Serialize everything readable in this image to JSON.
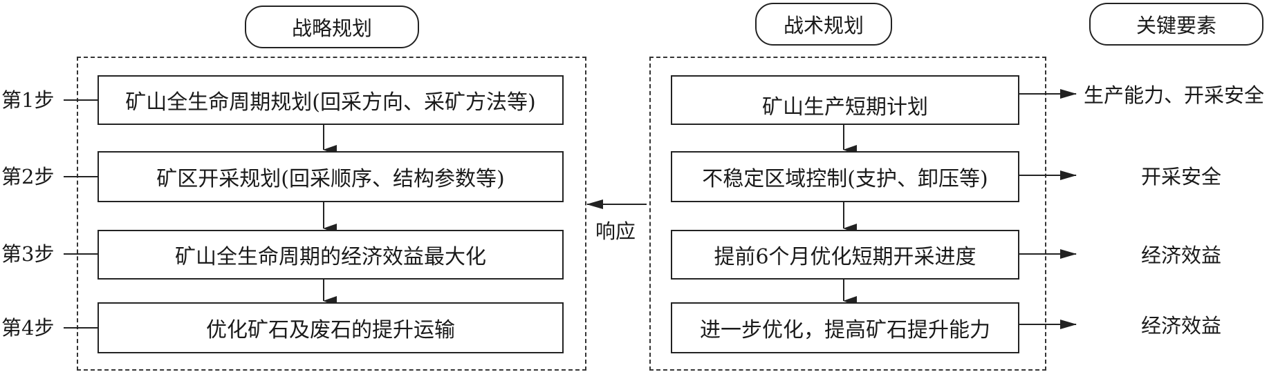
{
  "headers": {
    "strategic": "战略规划",
    "tactical": "战术规划",
    "key_factors": "关键要素"
  },
  "steps": [
    "第1步",
    "第2步",
    "第3步",
    "第4步"
  ],
  "strategic_boxes": [
    "矿山全生命周期规划(回采方向、采矿方法等)",
    "矿区开采规划(回采顺序、结构参数等)",
    "矿山全生命周期的经济效益最大化",
    "优化矿石及废石的提升运输"
  ],
  "tactical_boxes": [
    "矿山生产短期计划",
    "不稳定区域控制(支护、卸压等)",
    "提前6个月优化短期开采进度",
    "进一步优化，提高矿石提升能力"
  ],
  "key_factors": [
    "生产能力、开采安全",
    "开采安全",
    "经济效益",
    "经济效益"
  ],
  "respond_label": "响应"
}
